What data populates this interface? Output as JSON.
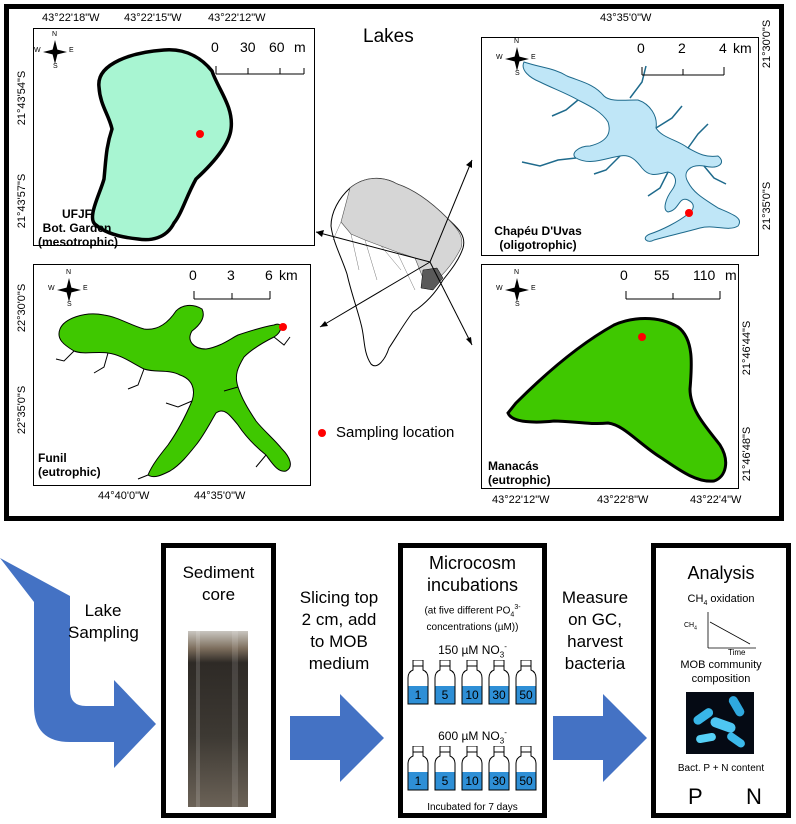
{
  "title": "Lakes",
  "panels": {
    "ufjf": {
      "name_lines": [
        "UFJF",
        "Bot. Garden",
        "(mesotrophic)"
      ],
      "top_ticks": [
        "43°22'18\"W",
        "43°22'15\"W",
        "43°22'12\"W"
      ],
      "left_ticks": [
        "21°43'54\"S",
        "21°43'57\"S"
      ],
      "scale": [
        "0",
        "30",
        "60",
        "m"
      ]
    },
    "chapeu": {
      "name_lines": [
        "Chapéu D'Uvas",
        "(oligotrophic)"
      ],
      "top_ticks": [
        "43°35'0\"W"
      ],
      "right_ticks": [
        "21°30'0\"S",
        "21°35'0\"S"
      ],
      "scale": [
        "0",
        "2",
        "4",
        "km"
      ]
    },
    "funil": {
      "name_lines": [
        "Funil",
        "(eutrophic)"
      ],
      "bottom_ticks": [
        "44°40'0\"W",
        "44°35'0\"W"
      ],
      "left_ticks": [
        "22°30'0\"S",
        "22°35'0\"S"
      ],
      "scale": [
        "0",
        "3",
        "6",
        "km"
      ]
    },
    "manacas": {
      "name_lines": [
        "Manacás",
        "(eutrophic)"
      ],
      "bottom_ticks": [
        "43°22'12\"W",
        "43°22'8\"W",
        "43°22'4\"W"
      ],
      "right_ticks": [
        "21°46'44\"S",
        "21°46'48\"S"
      ],
      "scale": [
        "0",
        "55",
        "110",
        "m"
      ]
    }
  },
  "compass": {
    "n": "N",
    "s": "S",
    "e": "E",
    "w": "W"
  },
  "legend": {
    "sampling": "Sampling location"
  },
  "workflow": {
    "lake_sampling": [
      "Lake",
      "Sampling"
    ],
    "sediment_core": [
      "Sediment",
      "core"
    ],
    "slicing": [
      "Slicing top",
      "2 cm, add",
      "to MOB",
      "medium"
    ],
    "microcosm_title": [
      "Microcosm",
      "incubations"
    ],
    "microcosm_sub_1": "(at five different PO",
    "microcosm_sub_sub": "4",
    "microcosm_sub_sup": "3-",
    "microcosm_sub_2": "concentrations (µM))",
    "no3_a": "150 µM NO",
    "no3_b": "600 µM NO",
    "no3_sub": "3",
    "no3_sup": "-",
    "bottles": [
      "1",
      "5",
      "10",
      "30",
      "50"
    ],
    "incubated": "Incubated for 7 days",
    "measure": [
      "Measure",
      "on GC,",
      "harvest",
      "bacteria"
    ],
    "analysis_title": "Analysis",
    "ch4_ox_pre": "CH",
    "ch4_ox_sub": "4",
    "ch4_ox_post": " oxidation",
    "mini_y": "CH",
    "mini_y_sub": "4",
    "mini_x": "Time",
    "mob_comm": [
      "MOB community",
      "composition"
    ],
    "bact_pn": "Bact. P + N content",
    "p": "P",
    "n": "N"
  },
  "colors": {
    "ufjf": "#a8f5d2",
    "chapeu": "#bfe6f7",
    "green": "#3fc800",
    "arrow": "#4472c4",
    "red": "#ff0000",
    "water": "#2e8fd6"
  }
}
